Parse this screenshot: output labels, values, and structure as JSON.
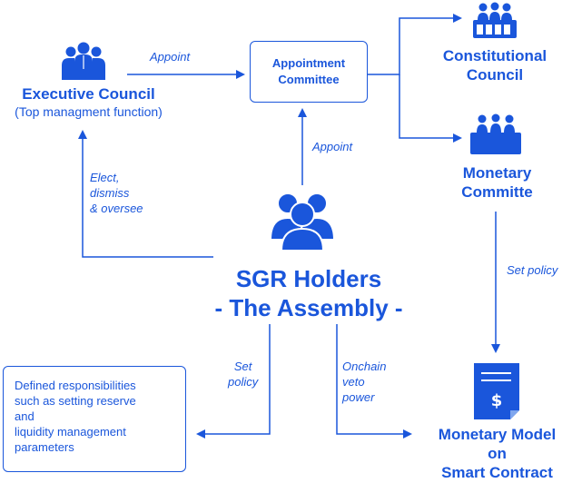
{
  "nodes": {
    "executive_council": {
      "title": "Executive Council",
      "subtitle": "(Top managment function)"
    },
    "appointment_committee": {
      "line1": "Appointment",
      "line2": "Committee"
    },
    "constitutional_council": {
      "line1": "Constitutional",
      "line2": "Council"
    },
    "monetary_committee": {
      "line1": "Monetary",
      "line2": "Committe"
    },
    "sgr_holders": {
      "line1": "SGR Holders",
      "line2": "- The Assembly -"
    },
    "responsibilities": {
      "line1": "Defined responsibilities",
      "line2": "such as setting reserve",
      "line3": "and",
      "line4": "liquidity management",
      "line5": "parameters"
    },
    "monetary_model": {
      "line1": "Monetary Model",
      "line2": "on",
      "line3": "Smart Contract"
    }
  },
  "edges": {
    "appoint_top": "Appoint",
    "appoint_mid": "Appoint",
    "elect": {
      "line1": "Elect,",
      "line2": "dismiss",
      "line3": "& oversee"
    },
    "set_policy_right": "Set policy",
    "set_policy_left": {
      "line1": "Set",
      "line2": "policy"
    },
    "veto": {
      "line1": "Onchain",
      "line2": "veto",
      "line3": "power"
    }
  },
  "colors": {
    "accent": "#1a56db"
  },
  "icons": [
    "people-icon",
    "crowd-icon",
    "council-icon",
    "committee-icon",
    "contract-icon"
  ]
}
